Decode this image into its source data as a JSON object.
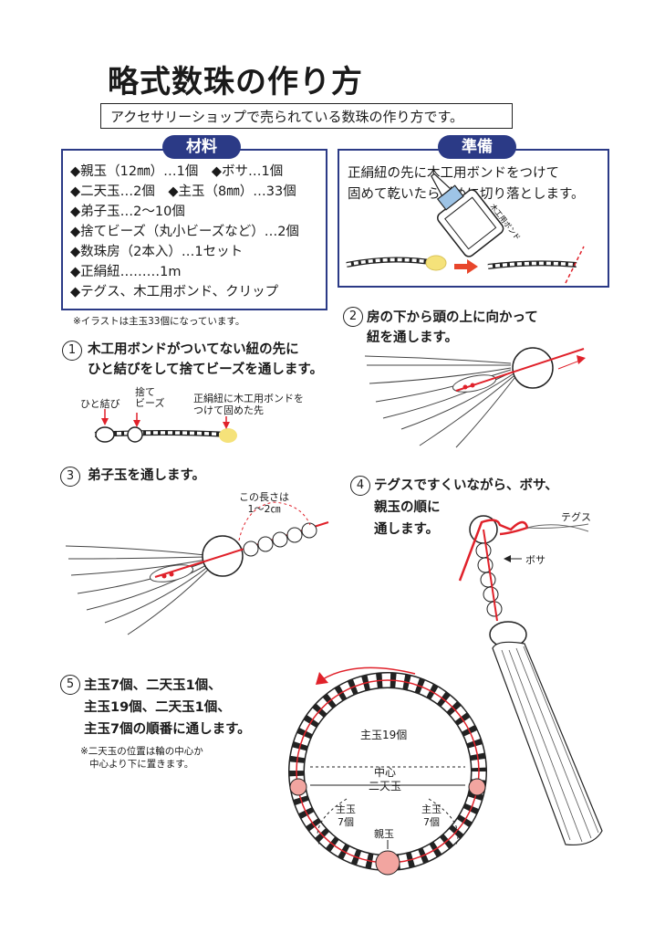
{
  "title": "略式数珠の作り方",
  "subtitle": "アクセサリーショップで売られている数珠の作り方です。",
  "materials": {
    "heading": "材料",
    "items": [
      "◆親玉（12㎜）…1個　◆ボサ…1個",
      "◆二天玉…2個　◆主玉（8㎜）…33個",
      "◆弟子玉…2〜10個",
      "◆捨てビーズ（丸小ビーズなど）…2個",
      "◆数珠房（2本入）…1セット",
      "◆正絹紐………1m",
      "◆テグス、木工用ボンド、クリップ"
    ],
    "note": "※イラストは主玉33個になっています。"
  },
  "preparation": {
    "heading": "準備",
    "lines": [
      "正絹紐の先に木工用ボンドをつけて",
      "固めて乾いたら斜めに切り落とします。"
    ],
    "bottle_label": "木工用ボンド"
  },
  "steps": [
    {
      "num": "1",
      "lines": [
        "木工用ボンドがついてない紐の先に",
        "ひと結びをして捨てビーズを通します。"
      ],
      "labels": {
        "knot": "ひと結び",
        "bead": "捨て\nビーズ",
        "tip": "正絹紐に木工用ボンドを\nつけて固めた先"
      }
    },
    {
      "num": "2",
      "lines": [
        "房の下から頭の上に向かって",
        "紐を通します。"
      ]
    },
    {
      "num": "3",
      "lines": [
        "弟子玉を通します。"
      ],
      "labels": {
        "length": "この長さは\n1〜2㎝"
      }
    },
    {
      "num": "4",
      "lines": [
        "テグスですくいながら、ボサ、",
        "親玉の順に",
        "通します。"
      ],
      "labels": {
        "tegusu": "テグス",
        "bosa": "ボサ"
      }
    },
    {
      "num": "5",
      "lines": [
        "主玉7個、二天玉1個、",
        "主玉19個、二天玉1個、",
        "主玉7個の順番に通します。"
      ],
      "note": [
        "※二天玉の位置は輪の中心か",
        "中心より下に置きます。"
      ],
      "labels": {
        "top": "主玉19個",
        "center": "中心",
        "niten": "二天玉",
        "left7": "主玉\n7個",
        "right7": "主玉\n7個",
        "oya": "親玉"
      }
    }
  ],
  "colors": {
    "accent": "#2b3a86",
    "red": "#e0212a",
    "bead_pink": "#f2a5a0",
    "glue": "#f5e27a"
  }
}
